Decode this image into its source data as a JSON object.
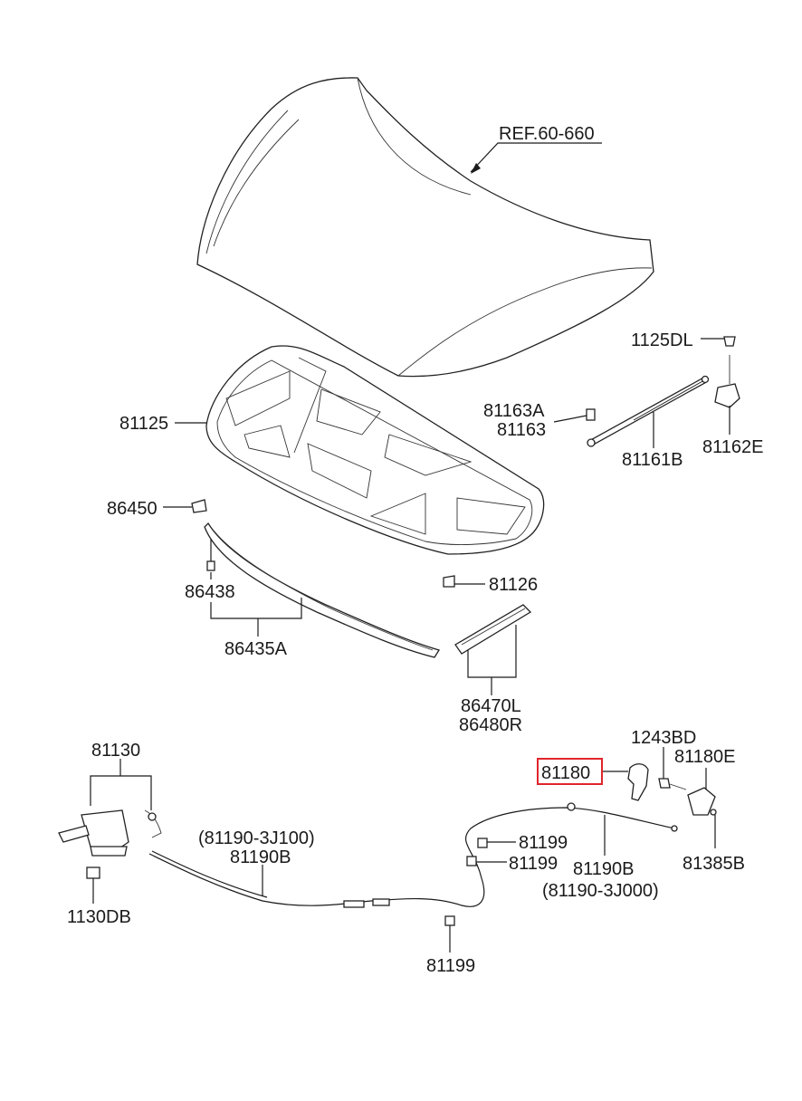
{
  "labels": {
    "ref": "REF.60-660",
    "p1125DL": "1125DL",
    "p81163A": "81163A",
    "p81163": "81163",
    "p81125": "81125",
    "p81161B": "81161B",
    "p81162E": "81162E",
    "p86450": "86450",
    "p81126": "81126",
    "p86438": "86438",
    "p86435A": "86435A",
    "p86470L": "86470L",
    "p86480R": "86480R",
    "p81130": "81130",
    "p1243BD": "1243BD",
    "p81180": "81180",
    "p81180E": "81180E",
    "p81190_3J100": "(81190-3J100)",
    "p81190B_left": "81190B",
    "p81199_a": "81199",
    "p81199_b": "81199",
    "p81190B_right": "81190B",
    "p81190_3J000": "(81190-3J000)",
    "p81385B": "81385B",
    "p1130DB": "1130DB",
    "p81199_c": "81199"
  },
  "highlight": {
    "part": "81180",
    "color": "#e0262b"
  }
}
